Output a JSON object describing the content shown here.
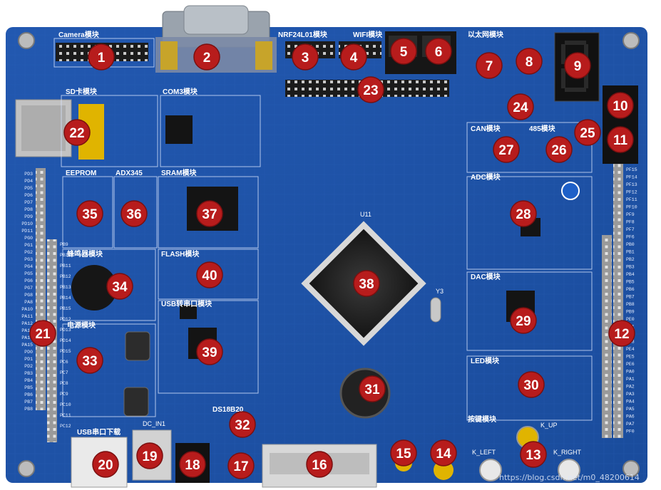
{
  "labels": {
    "camera": "Camera模块",
    "nrf": "NRF24L01模块",
    "wifi": "WIFI模块",
    "ethernet": "以太网模块",
    "sd": "SD卡模块",
    "com3": "COM3模块",
    "can": "CAN模块",
    "rs485": "485模块",
    "eeprom": "EEPROM",
    "adx345": "ADX345",
    "sram": "SRAM模块",
    "adc": "ADC模块",
    "buzzer": "蜂鸣器模块",
    "flash": "FLASH模块",
    "dac": "DAC模块",
    "usbserial": "USB转串口模块",
    "power": "电源模块",
    "led": "LED模块",
    "ds18b20": "DS18B20",
    "usbdownload": "USB串口下载",
    "keys": "按键模块",
    "dcin": "DC_IN1",
    "kleft": "K_LEFT",
    "kright": "K_RIGHT",
    "kup": "K_UP",
    "u11": "U11",
    "y3": "Y3",
    "watermark": "https://blog.csdn.net/m0_48200614"
  },
  "markers": [
    "1",
    "2",
    "3",
    "4",
    "5",
    "6",
    "7",
    "8",
    "9",
    "10",
    "11",
    "12",
    "13",
    "14",
    "15",
    "16",
    "17",
    "18",
    "19",
    "20",
    "21",
    "22",
    "23",
    "24",
    "25",
    "26",
    "27",
    "28",
    "29",
    "30",
    "31",
    "32",
    "33",
    "34",
    "35",
    "36",
    "37",
    "38",
    "39",
    "40"
  ],
  "left_pins": [
    "PD3",
    "PD4",
    "PD5",
    "PD6",
    "PD7",
    "PD8",
    "PD9",
    "PD10",
    "PD11",
    "PG0",
    "PG1",
    "PG2",
    "PG3",
    "PG4",
    "PG5",
    "PG6",
    "PG7",
    "PG8",
    "PA8",
    "PA10",
    "PA11",
    "PA12",
    "PA13",
    "PA14",
    "PA15",
    "PD0",
    "PD1",
    "PD2",
    "PB3",
    "PB4",
    "PB5",
    "PB6",
    "PB7",
    "PB8"
  ],
  "left_pins2": [
    "PB9",
    "PB10",
    "PB11",
    "PB12",
    "PB13",
    "PB14",
    "PB15",
    "PD12",
    "PD13",
    "PD14",
    "PD15",
    "PC6",
    "PC7",
    "PC8",
    "PC9",
    "PC10",
    "PC11",
    "PC12"
  ],
  "right_pins": [
    "PF15",
    "PF14",
    "PF13",
    "PF12",
    "PF11",
    "PF10",
    "PF9",
    "PF8",
    "PF7",
    "PF6",
    "PB0",
    "PB1",
    "PB2",
    "PB3",
    "PB4",
    "PB5",
    "PB6",
    "PB7",
    "PB8",
    "PB9",
    "PE0",
    "PE1",
    "PE2",
    "PE3",
    "PE4",
    "PE5",
    "PE6",
    "PA0",
    "PA1",
    "PA2",
    "PA3",
    "PA4",
    "PA5",
    "PA6",
    "PA7",
    "PF0"
  ],
  "colors": {
    "pcb": "#1f54a8",
    "pcb_dark": "#16428a",
    "silk": "#ffffff",
    "marker": "#b71c1c",
    "header": "#1a1a1a",
    "gold": "#e0b400"
  }
}
